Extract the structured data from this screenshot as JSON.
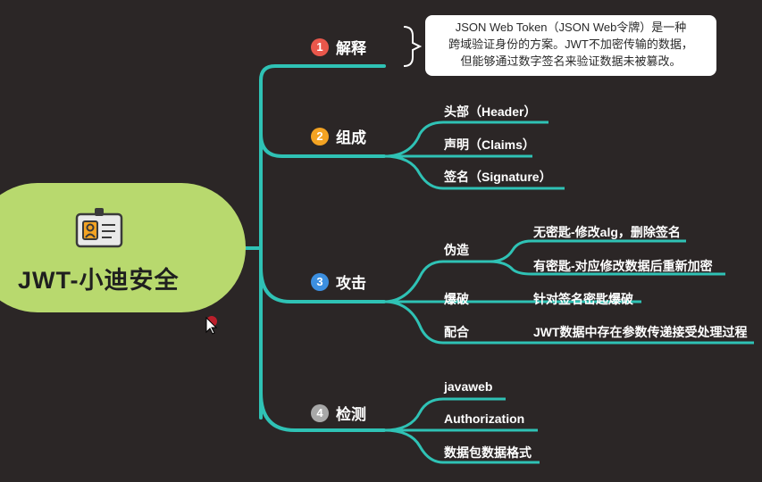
{
  "root": {
    "title": "JWT-小迪安全",
    "icon": "id-badge-icon"
  },
  "colors": {
    "line": "#2fc2b5",
    "root_bg": "#b8d96e",
    "background": "#2b2626"
  },
  "branches": [
    {
      "num": "1",
      "label": "解释",
      "color": "#e9574b",
      "note": [
        "JSON Web Token（JSON Web令牌）是一种",
        "跨域验证身份的方案。JWT不加密传输的数据，",
        "但能够通过数字签名来验证数据未被篡改。"
      ]
    },
    {
      "num": "2",
      "label": "组成",
      "color": "#f4a322",
      "items": [
        "头部（Header）",
        "声明（Claims）",
        "签名（Signature）"
      ]
    },
    {
      "num": "3",
      "label": "攻击",
      "color": "#3c8fe0",
      "items": [
        {
          "label": "伪造",
          "children": [
            "无密匙-修改alg，删除签名",
            "有密匙-对应修改数据后重新加密"
          ]
        },
        {
          "label": "爆破",
          "children": [
            "针对签名密匙爆破"
          ]
        },
        {
          "label": "配合",
          "children": [
            "JWT数据中存在参数传递接受处理过程"
          ]
        }
      ]
    },
    {
      "num": "4",
      "label": "检测",
      "color": "#a8a8a8",
      "items": [
        "javaweb",
        "Authorization",
        "数据包数据格式"
      ]
    }
  ]
}
